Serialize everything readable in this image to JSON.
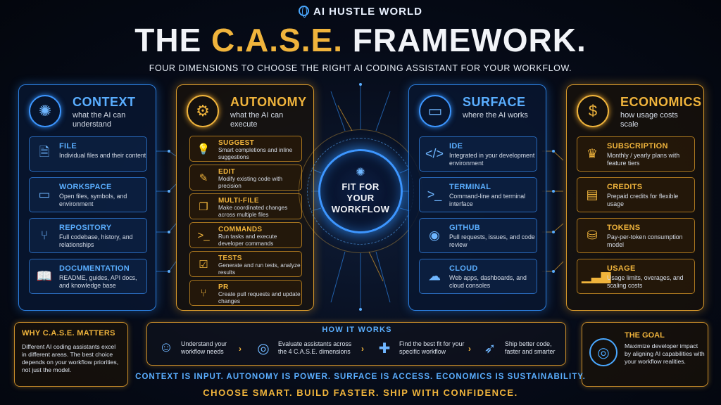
{
  "header": {
    "brand": "AI HUSTLE WORLD",
    "title_part1": "THE ",
    "title_highlight": "C.A.S.E.",
    "title_part2": " FRAMEWORK.",
    "subtitle": "FOUR DIMENSIONS TO CHOOSE THE RIGHT AI CODING ASSISTANT FOR YOUR WORKFLOW."
  },
  "pillars": {
    "context": {
      "title": "CONTEXT",
      "desc": "what the AI can understand",
      "icon": "brain-icon",
      "cards": [
        {
          "title": "FILE",
          "desc": "Individual files and their content",
          "icon": "file-icon"
        },
        {
          "title": "WORKSPACE",
          "desc": "Open files, symbols, and environment",
          "icon": "folder-icon"
        },
        {
          "title": "REPOSITORY",
          "desc": "Full codebase, history, and relationships",
          "icon": "git-branch-icon"
        },
        {
          "title": "DOCUMENTATION",
          "desc": "README, guides, API docs, and knowledge base",
          "icon": "book-icon"
        }
      ]
    },
    "autonomy": {
      "title": "AUTONOMY",
      "desc": "what the AI can execute",
      "icon": "gear-icon",
      "cards": [
        {
          "title": "SUGGEST",
          "desc": "Smart completions and inline suggestions",
          "icon": "lightbulb-icon"
        },
        {
          "title": "EDIT",
          "desc": "Modify existing code with precision",
          "icon": "pencil-icon"
        },
        {
          "title": "MULTI-FILE",
          "desc": "Make coordinated changes across multiple files",
          "icon": "files-icon"
        },
        {
          "title": "COMMANDS",
          "desc": "Run tasks and execute developer commands",
          "icon": "terminal-icon"
        },
        {
          "title": "TESTS",
          "desc": "Generate and run tests, analyze results",
          "icon": "checkbox-icon"
        },
        {
          "title": "PR",
          "desc": "Create pull requests and update changes",
          "icon": "pull-request-icon"
        }
      ]
    },
    "surface": {
      "title": "SURFACE",
      "desc": "where the AI works",
      "icon": "monitor-icon",
      "cards": [
        {
          "title": "IDE",
          "desc": "Integrated in your development environment",
          "icon": "code-icon"
        },
        {
          "title": "TERMINAL",
          "desc": "Command-line and terminal interface",
          "icon": "terminal-icon"
        },
        {
          "title": "GITHUB",
          "desc": "Pull requests, issues, and code review",
          "icon": "github-icon"
        },
        {
          "title": "CLOUD",
          "desc": "Web apps, dashboards, and cloud consoles",
          "icon": "cloud-icon"
        }
      ]
    },
    "economics": {
      "title": "ECONOMICS",
      "desc": "how usage costs scale",
      "icon": "dollar-icon",
      "cards": [
        {
          "title": "SUBSCRIPTION",
          "desc": "Monthly / yearly plans with feature tiers",
          "icon": "crown-icon"
        },
        {
          "title": "CREDITS",
          "desc": "Prepaid credits for flexible usage",
          "icon": "credit-card-icon"
        },
        {
          "title": "TOKENS",
          "desc": "Pay-per-token consumption model",
          "icon": "coins-icon"
        },
        {
          "title": "USAGE",
          "desc": "Usage limits, overages, and scaling costs",
          "icon": "bar-chart-icon"
        }
      ]
    }
  },
  "hub": {
    "line1": "FIT FOR",
    "line2": "YOUR",
    "line3": "WORKFLOW",
    "icon": "brain-icon"
  },
  "why": {
    "title": "WHY C.A.S.E. MATTERS",
    "desc": "Different AI coding assistants excel in different areas. The best choice depends on your workflow priorities, not just the model."
  },
  "how": {
    "title": "HOW IT WORKS",
    "steps": [
      {
        "desc": "Understand your workflow needs",
        "icon": "user-icon"
      },
      {
        "desc": "Evaluate assistants across the 4 C.A.S.E. dimensions",
        "icon": "target-icon"
      },
      {
        "desc": "Find the best fit for your specific workflow",
        "icon": "puzzle-icon"
      },
      {
        "desc": "Ship better code, faster and smarter",
        "icon": "rocket-icon"
      }
    ]
  },
  "goal": {
    "title": "THE GOAL",
    "desc": "Maximize developer impact by aligning AI capabilities with your workflow realities.",
    "icon": "target-icon"
  },
  "taglines": {
    "line1": "CONTEXT IS INPUT. AUTONOMY IS POWER. SURFACE IS ACCESS. ECONOMICS IS SUSTAINABILITY.",
    "line2": "CHOOSE SMART. BUILD FASTER. SHIP WITH CONFIDENCE."
  },
  "colors": {
    "blue": "#2b7fe0",
    "gold": "#f0b43c",
    "background": "#060b18"
  }
}
